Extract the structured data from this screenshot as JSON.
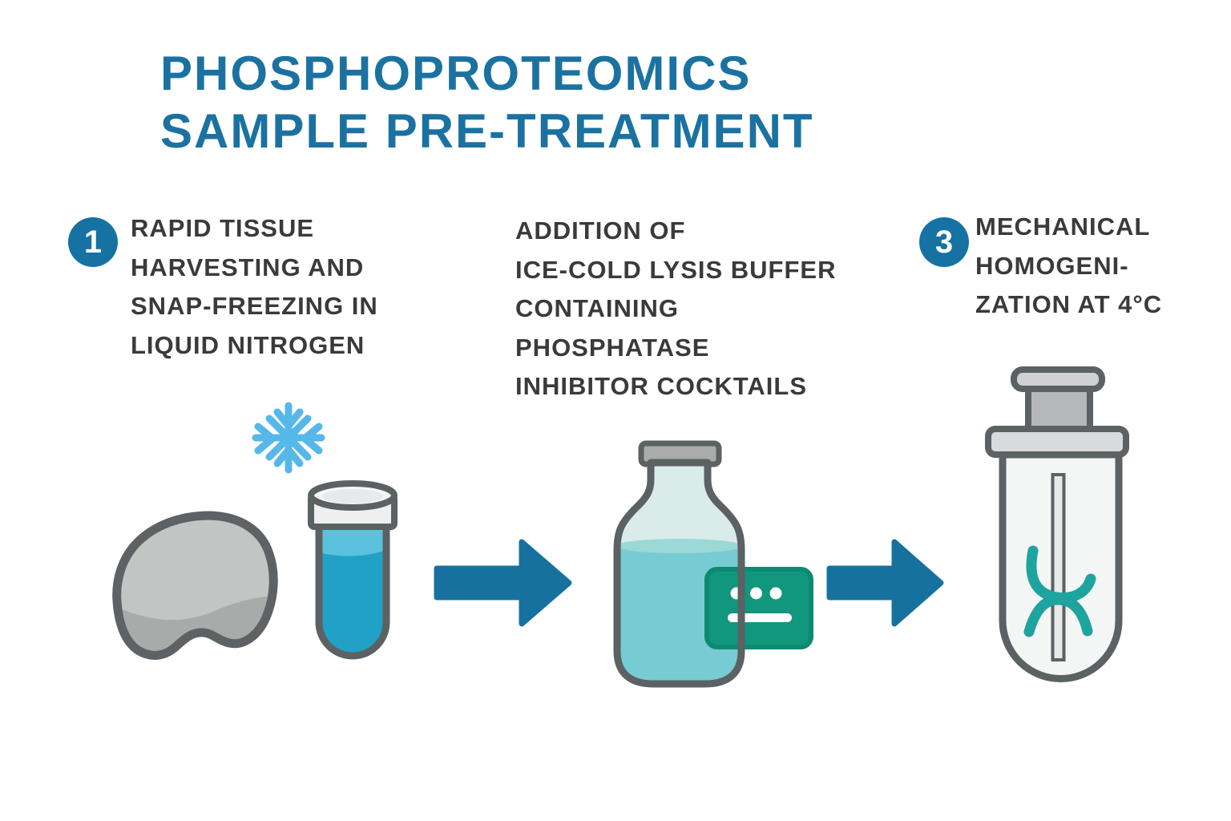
{
  "title": {
    "line1": "PHOSPHOPROTEOMICS",
    "line2": "SAMPLE PRE-TREATMENT"
  },
  "steps": [
    {
      "number": "1",
      "lines": [
        "RAPID TISSUE",
        "HARVESTING AND",
        "SNAP-FREEZING IN",
        "LIQUID NITROGEN"
      ]
    },
    {
      "number": "",
      "lines": [
        "ADDITION OF",
        "ICE-COLD LYSIS BUFFER",
        "CONTAINING",
        "PHOSPHATASE",
        "INHIBITOR COCKTAILS"
      ]
    },
    {
      "number": "3",
      "lines": [
        "MECHANICAL",
        "HOMOGENI-",
        "ZATION AT 4°C"
      ]
    }
  ],
  "icons": [
    "snowflake-icon",
    "tissue-sample-icon",
    "test-tube-icon",
    "arrow-right-icon",
    "reagent-bottle-icon",
    "label-card-icon",
    "homogenizer-icon"
  ],
  "colors": {
    "title_blue": "#1b72a1",
    "badge_blue": "#1572a3",
    "arrow_blue": "#16719f",
    "text_dark": "#3a3a3c",
    "snowflake_blue": "#55b8e8",
    "tube_liquid_light": "#5cc1dc",
    "tube_liquid_dark": "#21a1c6",
    "bottle_glass": "#d9ece9",
    "bottle_liquid": "#76ccd2",
    "card_green": "#11977d",
    "card_green_border": "#0d8a72",
    "homogenizer_teal": "#1ea49e",
    "outline_gray": "#5c6163",
    "tissue_gray_light": "#c3c5c4",
    "tissue_gray_dark": "#a9abaa",
    "background": "#ffffff"
  }
}
